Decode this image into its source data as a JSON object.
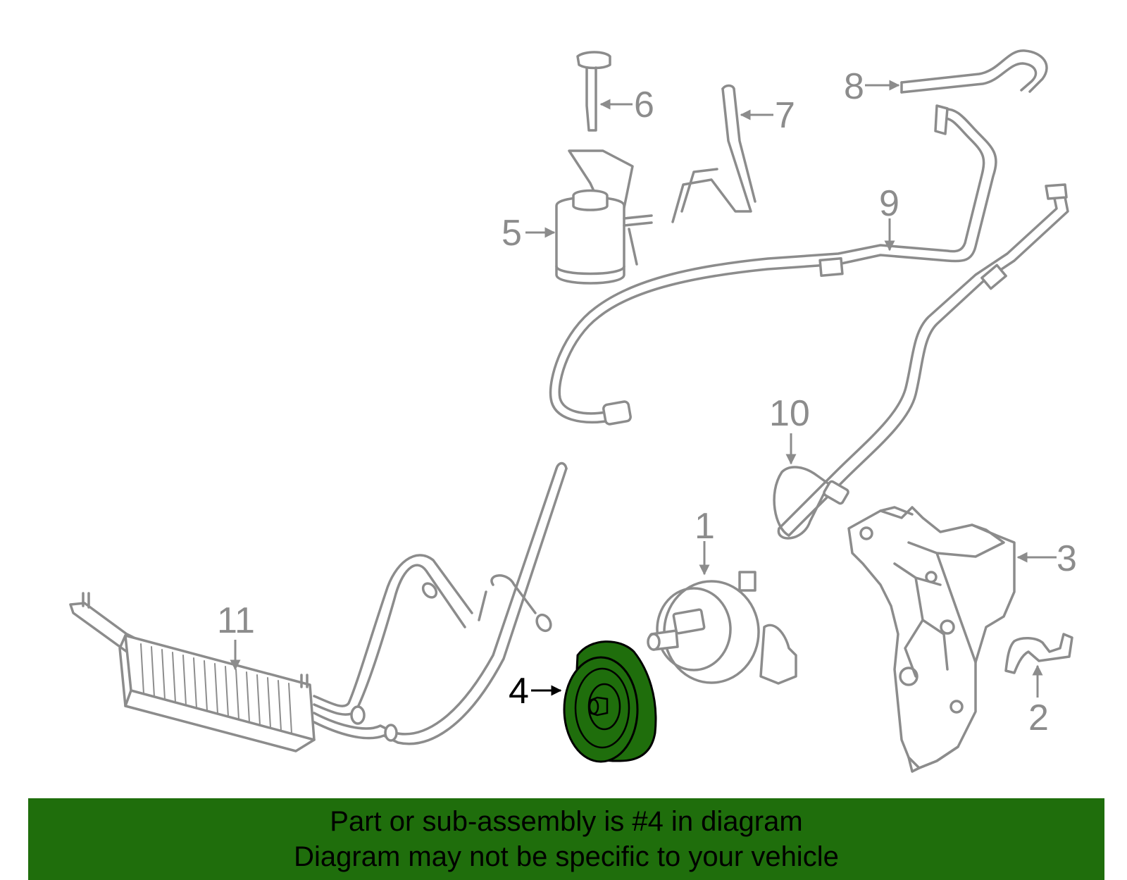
{
  "callouts": {
    "c1": "1",
    "c2": "2",
    "c3": "3",
    "c4": "4",
    "c5": "5",
    "c6": "6",
    "c7": "7",
    "c8": "8",
    "c9": "9",
    "c10": "10",
    "c11": "11"
  },
  "highlight": {
    "part": "4",
    "color": "#1f6e0c"
  },
  "outline_color": "#8c8c8c",
  "banner": {
    "color": "#1f6e0c",
    "line1": "Part or sub-assembly is #4 in diagram",
    "line2": "Diagram may not be specific to your vehicle"
  }
}
